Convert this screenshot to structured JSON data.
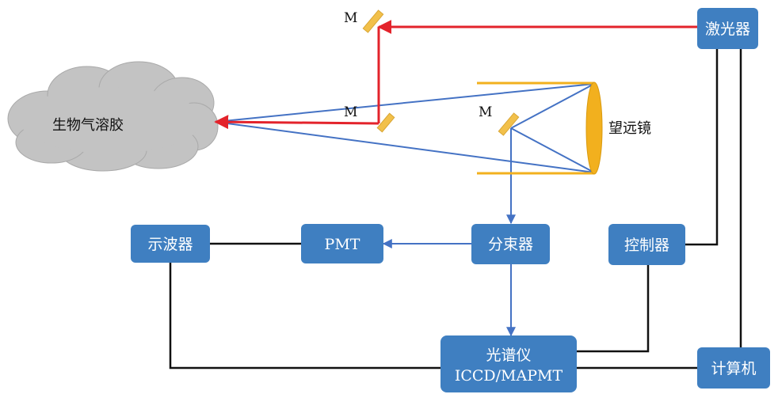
{
  "colors": {
    "box_fill": "#3f7fc1",
    "box_text": "#ffffff",
    "laser_beam": "#e3232b",
    "optical_path": "#4472c4",
    "cable": "#111111",
    "telescope": "#f2b01e",
    "mirror": "#f2c04a",
    "cloud": "#c3c3c3"
  },
  "labels": {
    "cloud": "生物气溶胶",
    "telescope": "望远镜",
    "mirror_top": "M",
    "mirror_middle": "M",
    "mirror_telescope": "M"
  },
  "boxes": {
    "laser": "激光器",
    "controller": "控制器",
    "oscilloscope": "示波器",
    "pmt": "PMT",
    "beam_splitter": "分束器",
    "spectrometer_line1": "光谱仪",
    "spectrometer_line2": "ICCD/MAPMT",
    "computer": "计算机"
  }
}
